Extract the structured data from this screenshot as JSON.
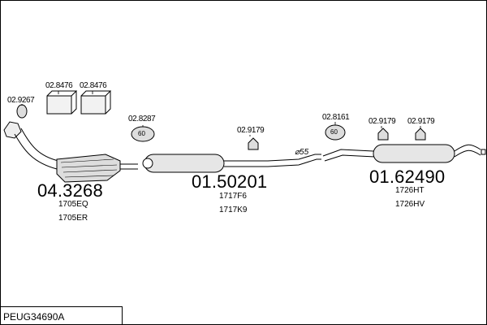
{
  "parts": [
    {
      "number": "04.3268",
      "refs": [
        "1705EQ",
        "1705ER"
      ]
    },
    {
      "number": "01.50201",
      "refs": [
        "1717F6",
        "1717K9"
      ]
    },
    {
      "number": "01.62490",
      "refs": [
        "1726HT",
        "1726HV"
      ]
    }
  ],
  "accessories": [
    {
      "number": "02.9267"
    },
    {
      "number": "02.8476"
    },
    {
      "number": "02.8476"
    },
    {
      "number": "02.8287"
    },
    {
      "number": "02.9179"
    },
    {
      "number": "02.8161"
    },
    {
      "number": "02.9179"
    },
    {
      "number": "02.9179"
    }
  ],
  "diameter_label": "⌀55",
  "clamp_label_1": "60",
  "clamp_label_2": "60",
  "code": "PEUG34690A"
}
